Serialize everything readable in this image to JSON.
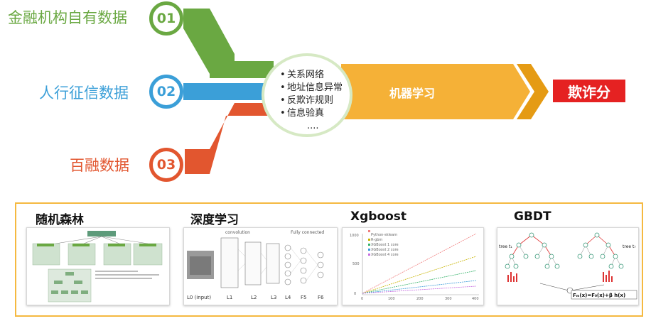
{
  "sources": [
    {
      "label": "金融机构自有数据",
      "num": "01",
      "color": "#6aa842"
    },
    {
      "label": "人行征信数据",
      "num": "02",
      "color": "#3b9fd8"
    },
    {
      "label": "百融数据",
      "num": "03",
      "color": "#e2562f"
    }
  ],
  "features": [
    "关系网络",
    "地址信息异常",
    "反欺诈规则",
    "信息验真",
    "...."
  ],
  "ml_label": "机器学习",
  "output_label": "欺诈分",
  "colors": {
    "arrow": "#f5b137",
    "arrow_dark": "#e59b14",
    "fraud": "#e52222",
    "panel_border": "#f5b940"
  },
  "methods": [
    {
      "title": "随机森林"
    },
    {
      "title": "深度学习"
    },
    {
      "title": "Xgboost"
    },
    {
      "title": "GBDT"
    }
  ],
  "deep_learning_thumb": {
    "layers": [
      "L0 (input)",
      "L1",
      "L2",
      "L3",
      "L4",
      "F5",
      "F6"
    ],
    "headers": [
      "convolution",
      "Fully connected"
    ]
  },
  "xgboost_thumb": {
    "legend": [
      "Python-sklearn",
      "R-gbm",
      "XGBoost 1 core",
      "XGBoost 2 core",
      "XGBoost 4 core"
    ],
    "x_ticks": [
      "0",
      "100",
      "200",
      "300",
      "400"
    ],
    "y_ticks": [
      "0",
      "500",
      "1000"
    ]
  },
  "gbdt_thumb": {
    "tree_left": "tree t₁",
    "tree_right": "tree t₇",
    "formula": "Fₘ(x)=F₀(x)+β h(x)"
  }
}
